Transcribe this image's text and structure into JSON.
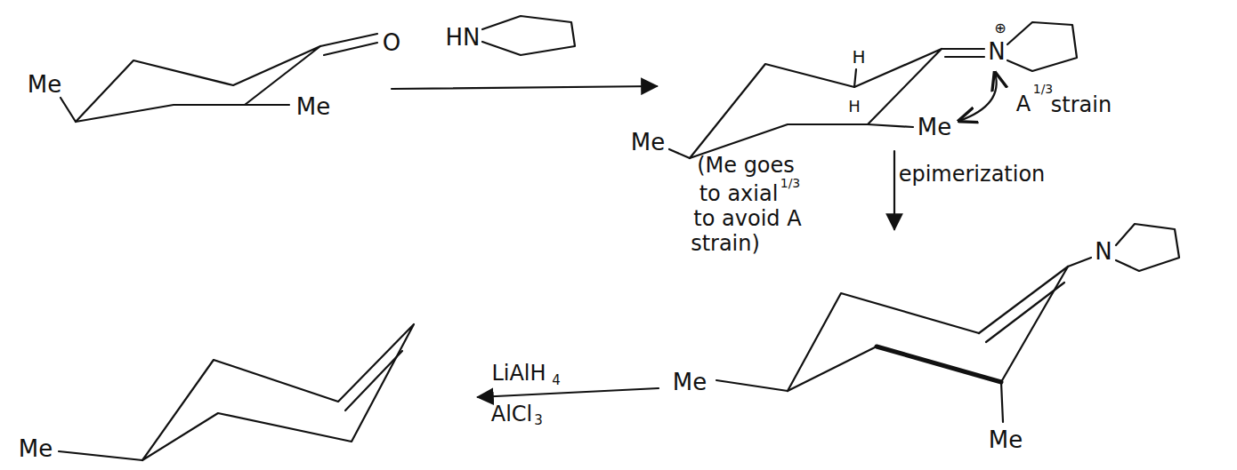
{
  "diagram": {
    "labels": [
      "Me",
      "O",
      "Me",
      "HN",
      "N",
      "⊕",
      "H",
      "H",
      "Me",
      "Me",
      "A",
      "1/3",
      "strain",
      "epimerization",
      "(Me goes",
      "to axial",
      "1/3",
      "to avoid A",
      "strain)",
      "Me",
      "N",
      "Me",
      "LiAlH",
      "4",
      "AlCl",
      "3",
      "Me"
    ]
  }
}
